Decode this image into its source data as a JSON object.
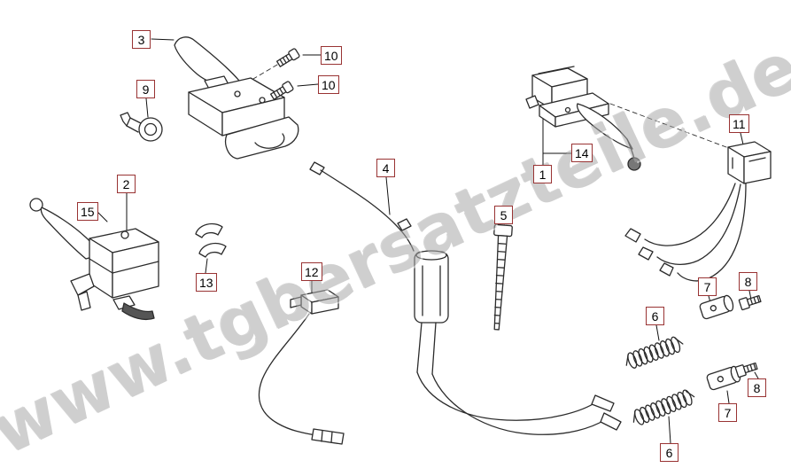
{
  "watermark": {
    "text": "www.tgbersatzteile.de"
  },
  "colors": {
    "label_border": "#993333",
    "watermark": "#a9a9a9",
    "line_art": "#2b2b2b",
    "background": "#ffffff"
  },
  "labels": [
    {
      "text": "3"
    },
    {
      "text": "10"
    },
    {
      "text": "10"
    },
    {
      "text": "9"
    },
    {
      "text": "2"
    },
    {
      "text": "15"
    },
    {
      "text": "13"
    },
    {
      "text": "4"
    },
    {
      "text": "5"
    },
    {
      "text": "1"
    },
    {
      "text": "14"
    },
    {
      "text": "11"
    },
    {
      "text": "12"
    },
    {
      "text": "7"
    },
    {
      "text": "8"
    },
    {
      "text": "6"
    },
    {
      "text": "7"
    },
    {
      "text": "8"
    },
    {
      "text": "6"
    }
  ]
}
